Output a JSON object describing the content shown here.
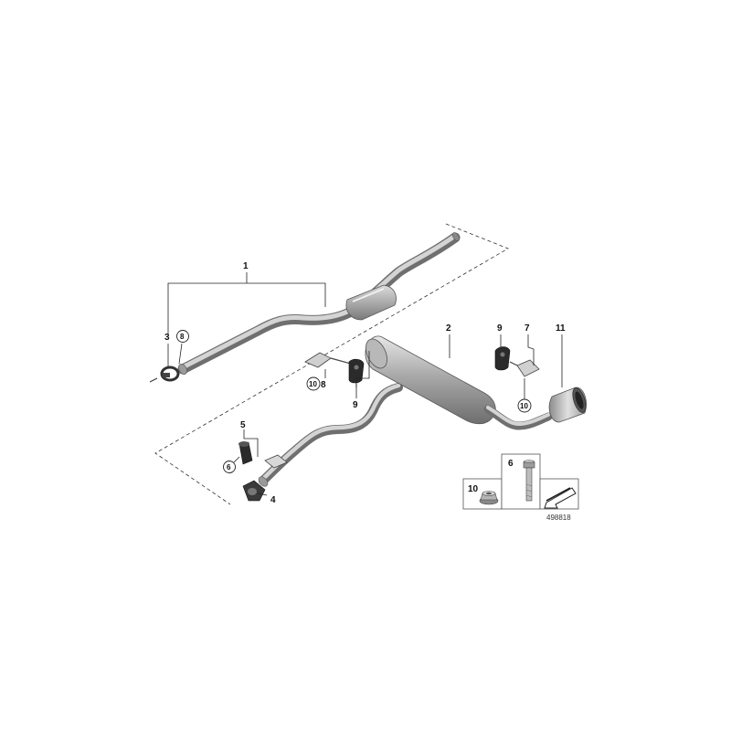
{
  "callouts": {
    "c1": "1",
    "c2": "2",
    "c3": "3",
    "c4": "4",
    "c5": "5",
    "c6": "6",
    "c6_circled": "6",
    "c7": "7",
    "c8": "8",
    "c8_circled": "8",
    "c9_top": "9",
    "c9_bottom": "9",
    "c10_left": "10",
    "c10_right": "10",
    "c11": "11"
  },
  "legend": {
    "nut_number": "10",
    "bolt_number": "6"
  },
  "image_number": "498818",
  "colors": {
    "pipe_dark": "#6f6f6f",
    "pipe_light": "#d4d4d4",
    "rubber": "#2b2b2b",
    "line": "#222222"
  }
}
